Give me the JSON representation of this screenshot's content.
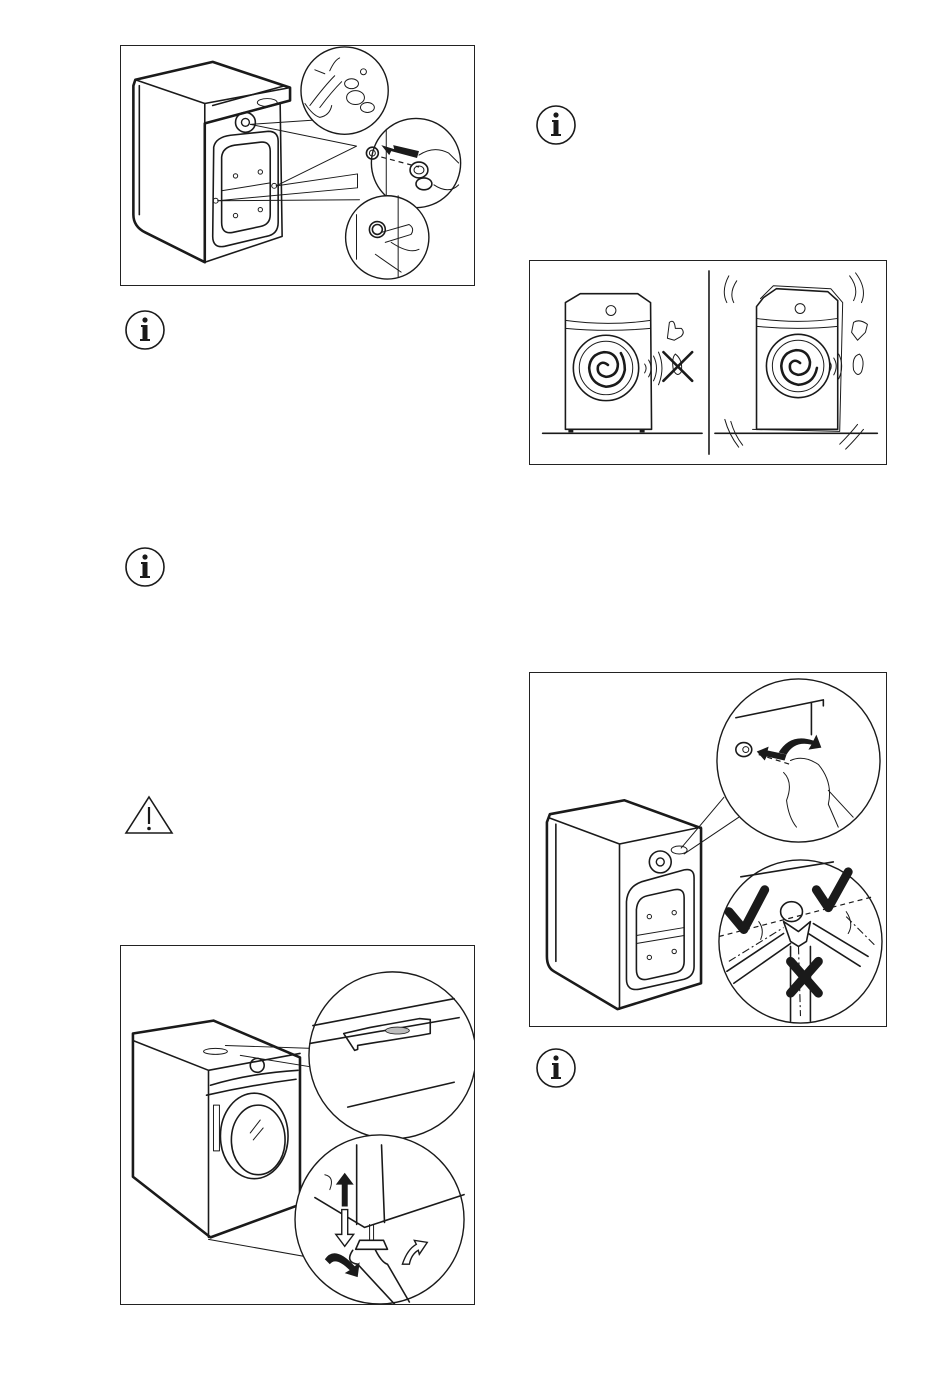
{
  "page": {
    "type": "appliance-installation-manual-page",
    "text_visible": false
  },
  "figures": [
    {
      "id": "fig-remove-transit-bolts",
      "caption": "Rear of washing machine: loosen transit bolts with spanner, remove spacers, insert plastic caps into holes"
    },
    {
      "id": "fig-level-vibration",
      "caption": "Level appliance runs quietly (thumbs up, no noise); unlevel appliance vibrates and is noisy (thumbs down, noise heard)"
    },
    {
      "id": "fig-inlet-hose",
      "caption": "Connect water inlet hose to valve at rear top; hose may angle left or right, not straight down"
    },
    {
      "id": "fig-leveling-feet",
      "caption": "Check level with spirit level on top; adjust feet by turning nut with spanner"
    }
  ],
  "icons": [
    {
      "name": "info-icon",
      "glyph": "i"
    },
    {
      "name": "info-icon",
      "glyph": "i"
    },
    {
      "name": "warning-icon",
      "glyph": "!"
    },
    {
      "name": "info-icon",
      "glyph": "i"
    },
    {
      "name": "info-icon",
      "glyph": "i"
    }
  ]
}
